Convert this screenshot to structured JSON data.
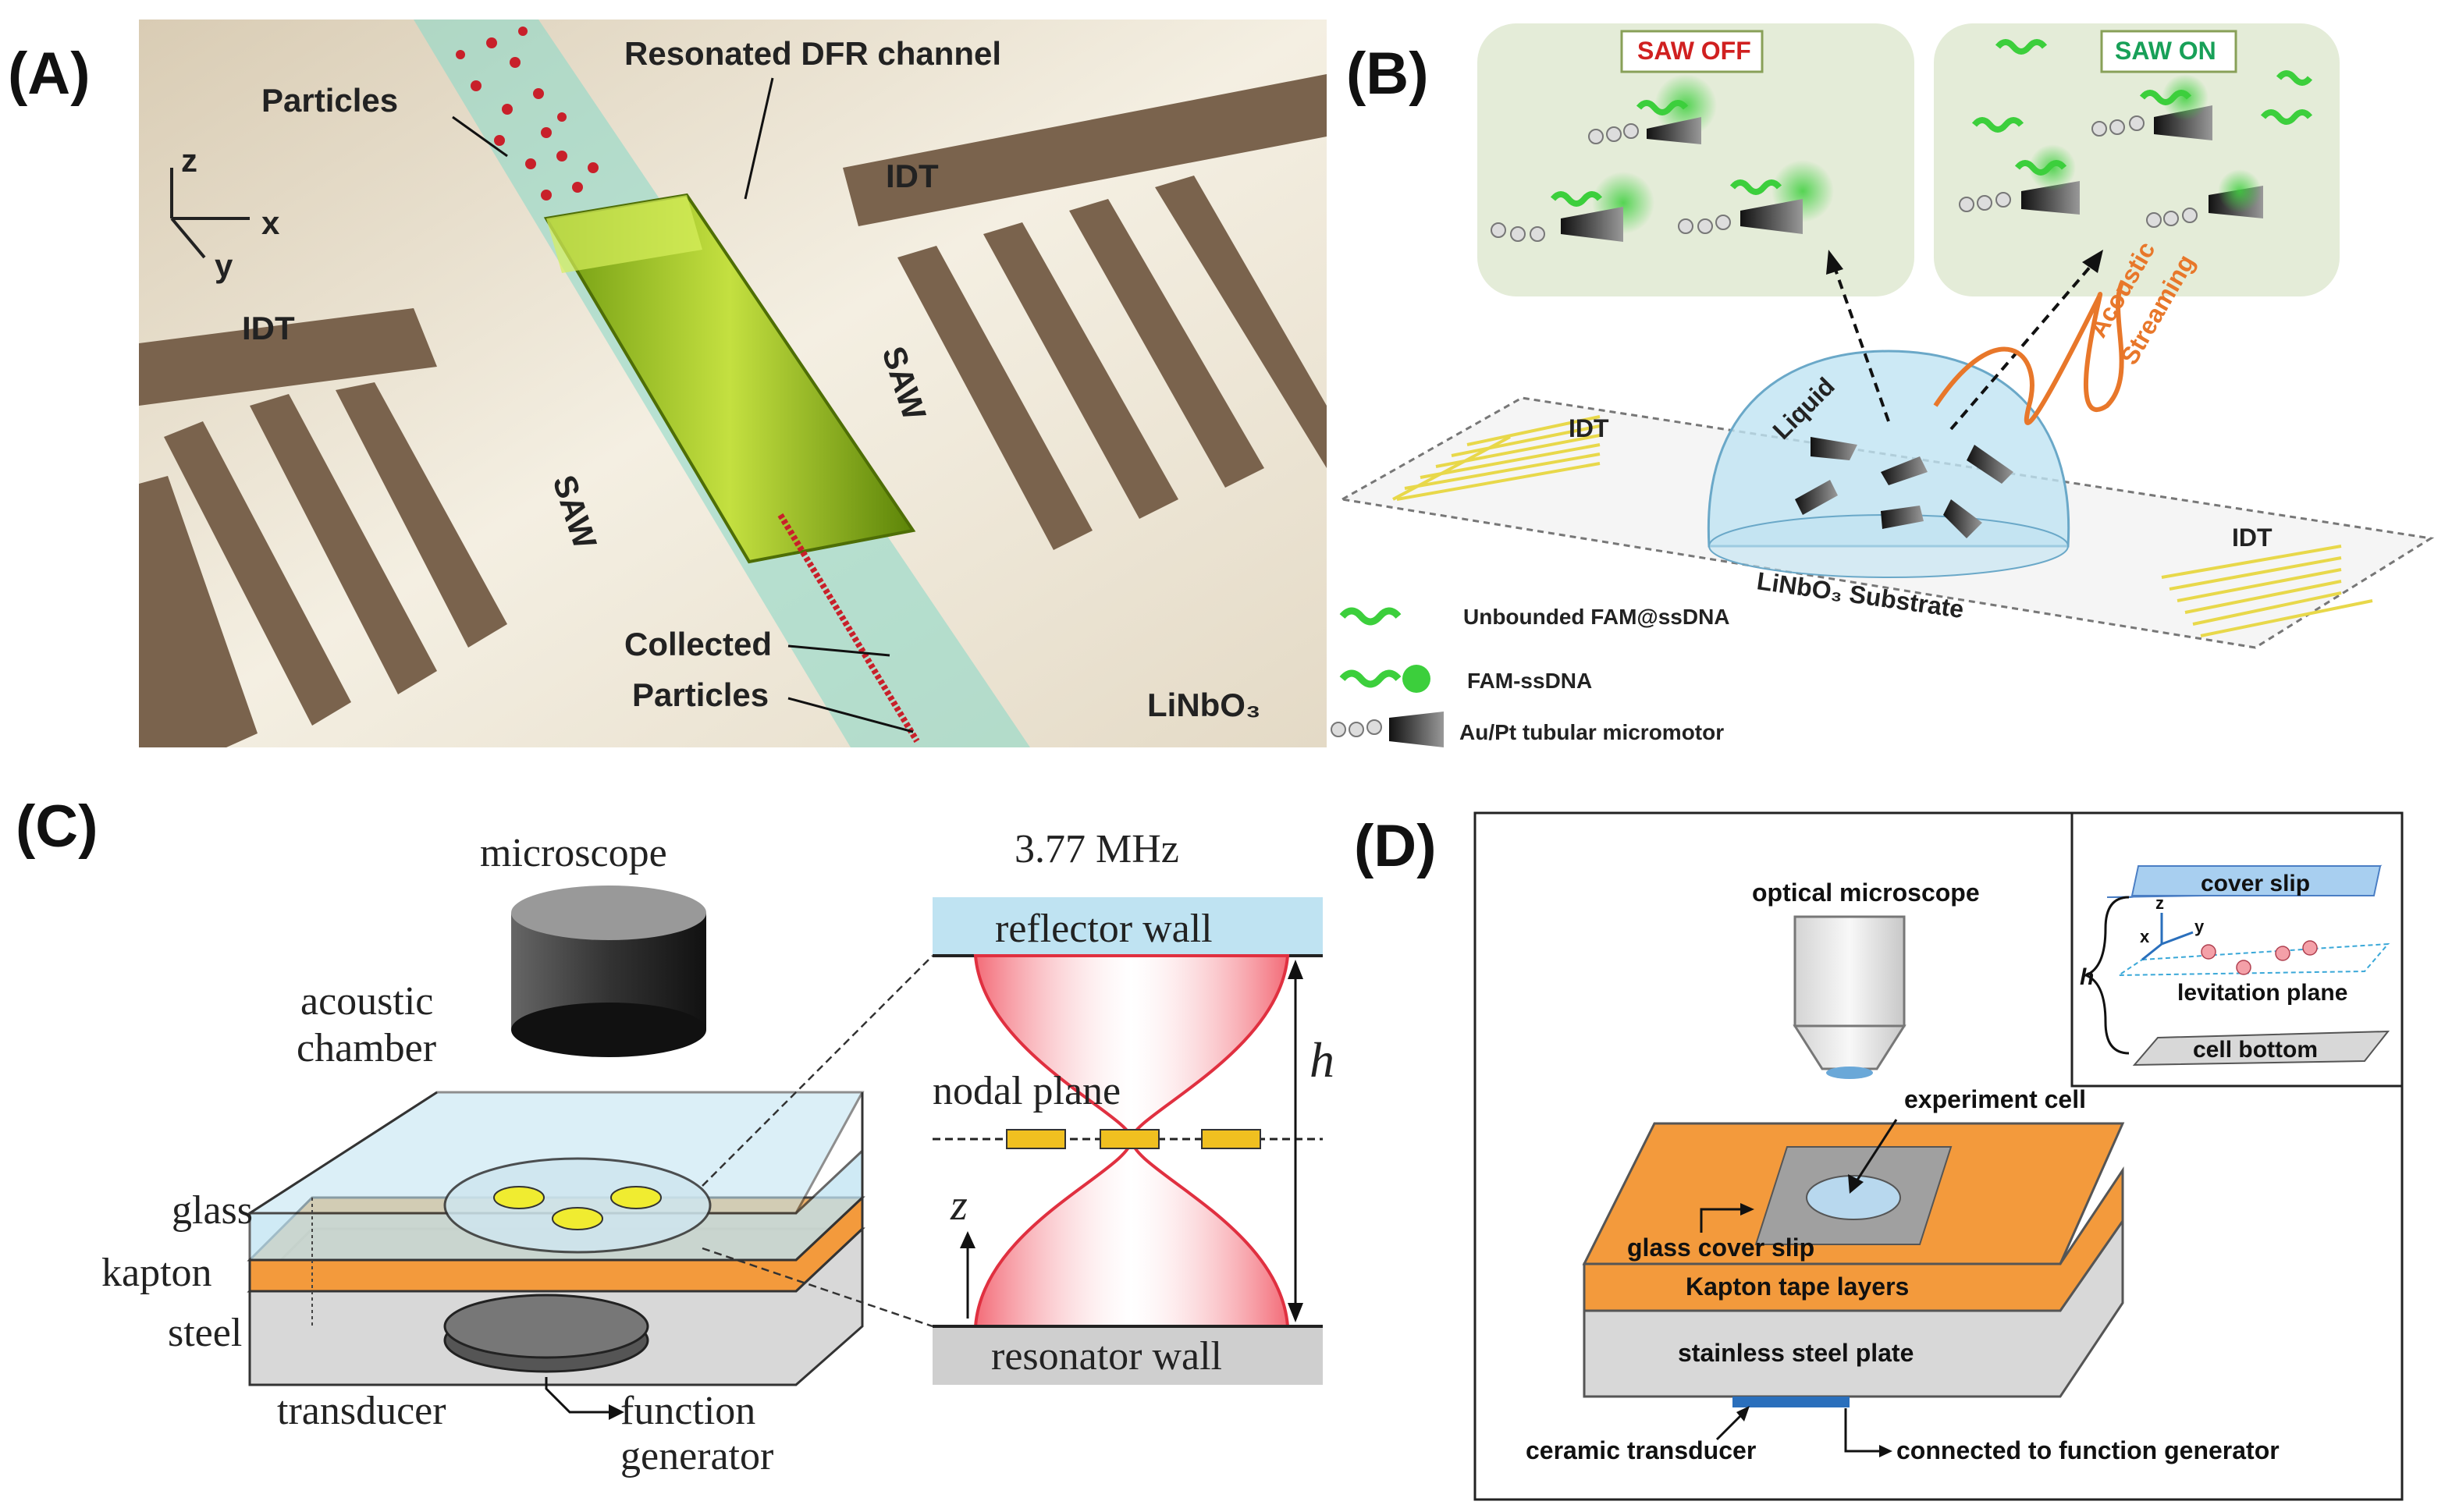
{
  "panels": {
    "a": {
      "letter": "(A)",
      "particles": "Particles",
      "channel": "Resonated DFR channel",
      "idt_left": "IDT",
      "idt_right": "IDT",
      "saw_left": "SAW",
      "saw_right": "SAW",
      "collected_1": "Collected",
      "collected_2": "Particles",
      "substrate": "LiNbO₃",
      "axis_z": "z",
      "axis_x": "x",
      "axis_y": "y"
    },
    "b": {
      "letter": "(B)",
      "saw_off": "SAW OFF",
      "saw_on": "SAW ON",
      "liquid": "Liquid",
      "acoustic_1": "Acoustic",
      "acoustic_2": "Streaming",
      "idt_left": "IDT",
      "idt_right": "IDT",
      "substrate": "LiNbO₃ Substrate",
      "legend_1": "Unbounded  FAM@ssDNA",
      "legend_2": "FAM-ssDNA",
      "legend_3": "Au/Pt  tubular  micromotor"
    },
    "c": {
      "letter": "(C)",
      "microscope": "microscope",
      "acoustic_1": "acoustic",
      "acoustic_2": "chamber",
      "glass": "glass",
      "kapton": "kapton",
      "steel": "steel",
      "transducer": "transducer",
      "function_1": "function",
      "function_2": "generator",
      "frequency": "3.77 MHz",
      "reflector": "reflector wall",
      "nodal": "nodal plane",
      "resonator": "resonator wall",
      "h": "h",
      "z": "z"
    },
    "d": {
      "letter": "(D)",
      "optical": "optical microscope",
      "experiment": "experiment cell",
      "glass_cover": "glass cover slip",
      "kapton_layers": "Kapton tape layers",
      "steel_plate": "stainless steel plate",
      "ceramic": "ceramic transducer",
      "connected": "connected to function generator",
      "inset_cover": "cover slip",
      "inset_levitation": "levitation plane",
      "inset_bottom": "cell bottom",
      "inset_h": "h",
      "inset_z": "z",
      "inset_x": "x",
      "inset_y": "y"
    }
  },
  "colors": {
    "electrode": "#7a634d",
    "channel_green": "#9bc41c",
    "flow_cyan": "#8fd8c8",
    "particle_red": "#c8202a",
    "fluor_green": "#3ccf3c",
    "idt_yellow": "#e8d84a",
    "acoustic_orange": "#e8772a",
    "kapton_orange": "#f39a3c",
    "glass_blue": "#bfe3f2",
    "steel_grey": "#d8d8d8"
  }
}
